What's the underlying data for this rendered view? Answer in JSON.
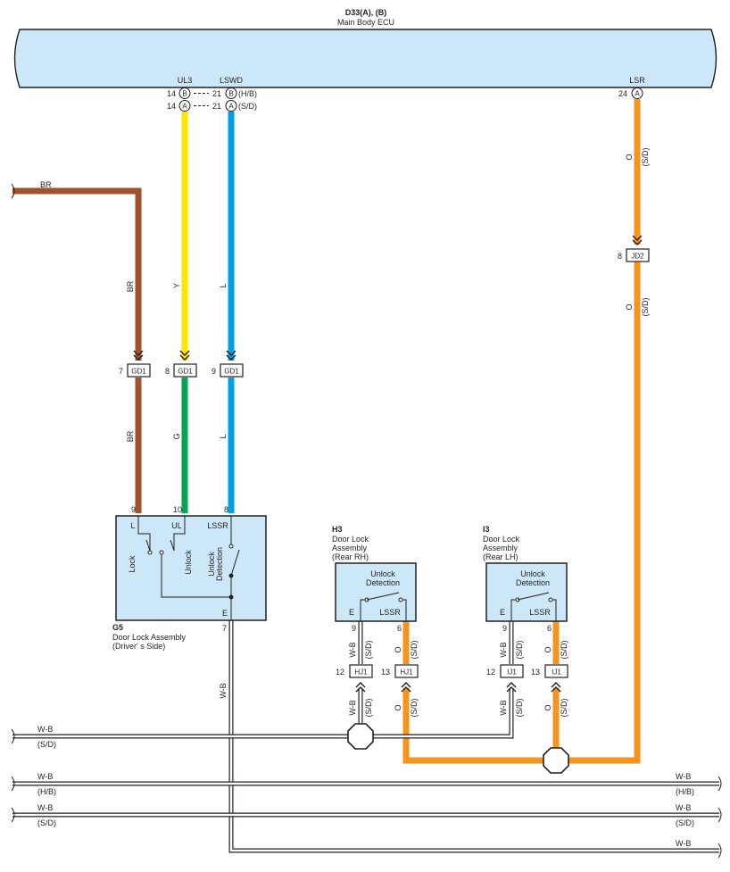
{
  "colors": {
    "ecu_fill": "#cce8f8",
    "component_fill": "#cce8f8",
    "wire_brown": "#a0522d",
    "wire_yellow": "#ffe600",
    "wire_green": "#00a651",
    "wire_blue": "#00a0e9",
    "wire_orange": "#f7941d",
    "wire_white": "#ffffff",
    "line": "#231f20"
  },
  "ecu": {
    "title": "D33(A), (B)",
    "subtitle": "Main Body ECU",
    "pins": {
      "ul3_name": "UL3",
      "lswd_name": "LSWD",
      "lsr_name": "LSR",
      "ul3_b_num": "14",
      "ul3_a_num": "14",
      "lswd_b_num": "21",
      "lswd_a_num": "21",
      "lsr_num": "24",
      "conn_b": "B",
      "conn_a": "A",
      "lsr_conn": "A",
      "hb_tag": "(H/B)",
      "sd_tag": "(S/D)"
    }
  },
  "wires": {
    "br_top": "BR",
    "br_upper": "BR",
    "br_lower": "BR",
    "y_upper": "Y",
    "g_lower": "G",
    "l_upper": "L",
    "l_lower": "L",
    "o_upper": "O",
    "o_upper_tag": "(S/D)",
    "o_mid": "O",
    "o_mid_tag": "(S/D)",
    "wb_g5": "W-B",
    "h3_wb_a": "W-B",
    "h3_wb_a_tag": "(S/D)",
    "h3_o_a": "O",
    "h3_o_a_tag": "(S/D)",
    "h3_wb_b": "W-B",
    "h3_wb_b_tag": "(S/D)",
    "h3_o_b": "O",
    "h3_o_b_tag": "(S/D)",
    "i3_wb_a": "W-B",
    "i3_wb_a_tag": "(S/D)",
    "i3_o_a": "O",
    "i3_o_a_tag": "(S/D)",
    "i3_wb_b": "W-B",
    "i3_wb_b_tag": "(S/D)",
    "i3_o_b": "O",
    "i3_o_b_tag": "(S/D)"
  },
  "junctions": {
    "gd1_br": {
      "pin": "7",
      "name": "GD1"
    },
    "gd1_y": {
      "pin": "8",
      "name": "GD1"
    },
    "gd1_l": {
      "pin": "9",
      "name": "GD1"
    },
    "jd2": {
      "pin": "8",
      "name": "JD2"
    },
    "hj1_wb": {
      "pin": "12",
      "name": "HJ1"
    },
    "hj1_o": {
      "pin": "13",
      "name": "HJ1"
    },
    "ij1_wb": {
      "pin": "12",
      "name": "IJ1"
    },
    "ij1_o": {
      "pin": "13",
      "name": "IJ1"
    }
  },
  "g5": {
    "code": "G5",
    "name_line1": "Door Lock Assembly",
    "name_line2": "(Driver' s Side)",
    "pin_l_num": "9",
    "pin_ul_num": "10",
    "pin_lssr_num": "8",
    "pin_e_num": "7",
    "pin_l": "L",
    "pin_ul": "UL",
    "pin_lssr": "LSSR",
    "pin_e": "E",
    "sw_lock": "Lock",
    "sw_unlock": "Unlock",
    "sw_detect_1": "Unlock",
    "sw_detect_2": "Detection"
  },
  "h3": {
    "code": "H3",
    "name_line1": "Door Lock",
    "name_line2": "Assembly",
    "name_line3": "(Rear RH)",
    "switch_line1": "Unlock",
    "switch_line2": "Detection",
    "pin_e": "E",
    "pin_lssr": "LSSR",
    "pin_e_num": "9",
    "pin_lssr_num": "6"
  },
  "i3": {
    "code": "I3",
    "name_line1": "Door Lock",
    "name_line2": "Assembly",
    "name_line3": "(Rear LH)",
    "switch_line1": "Unlock",
    "switch_line2": "Detection",
    "pin_e": "E",
    "pin_lssr": "LSSR",
    "pin_e_num": "9",
    "pin_lssr_num": "6"
  },
  "ground_buses": {
    "bus1_label": "W-B",
    "bus1_tag": "(S/D)",
    "bus2_label_left": "W-B",
    "bus2_tag_left": "(H/B)",
    "bus2_label_right": "W-B",
    "bus2_tag_right": "(H/B)",
    "bus3_label_left": "W-B",
    "bus3_tag_left": "(S/D)",
    "bus3_label_right": "W-B",
    "bus3_tag_right": "(S/D)",
    "bus4_label_right": "W-B"
  }
}
